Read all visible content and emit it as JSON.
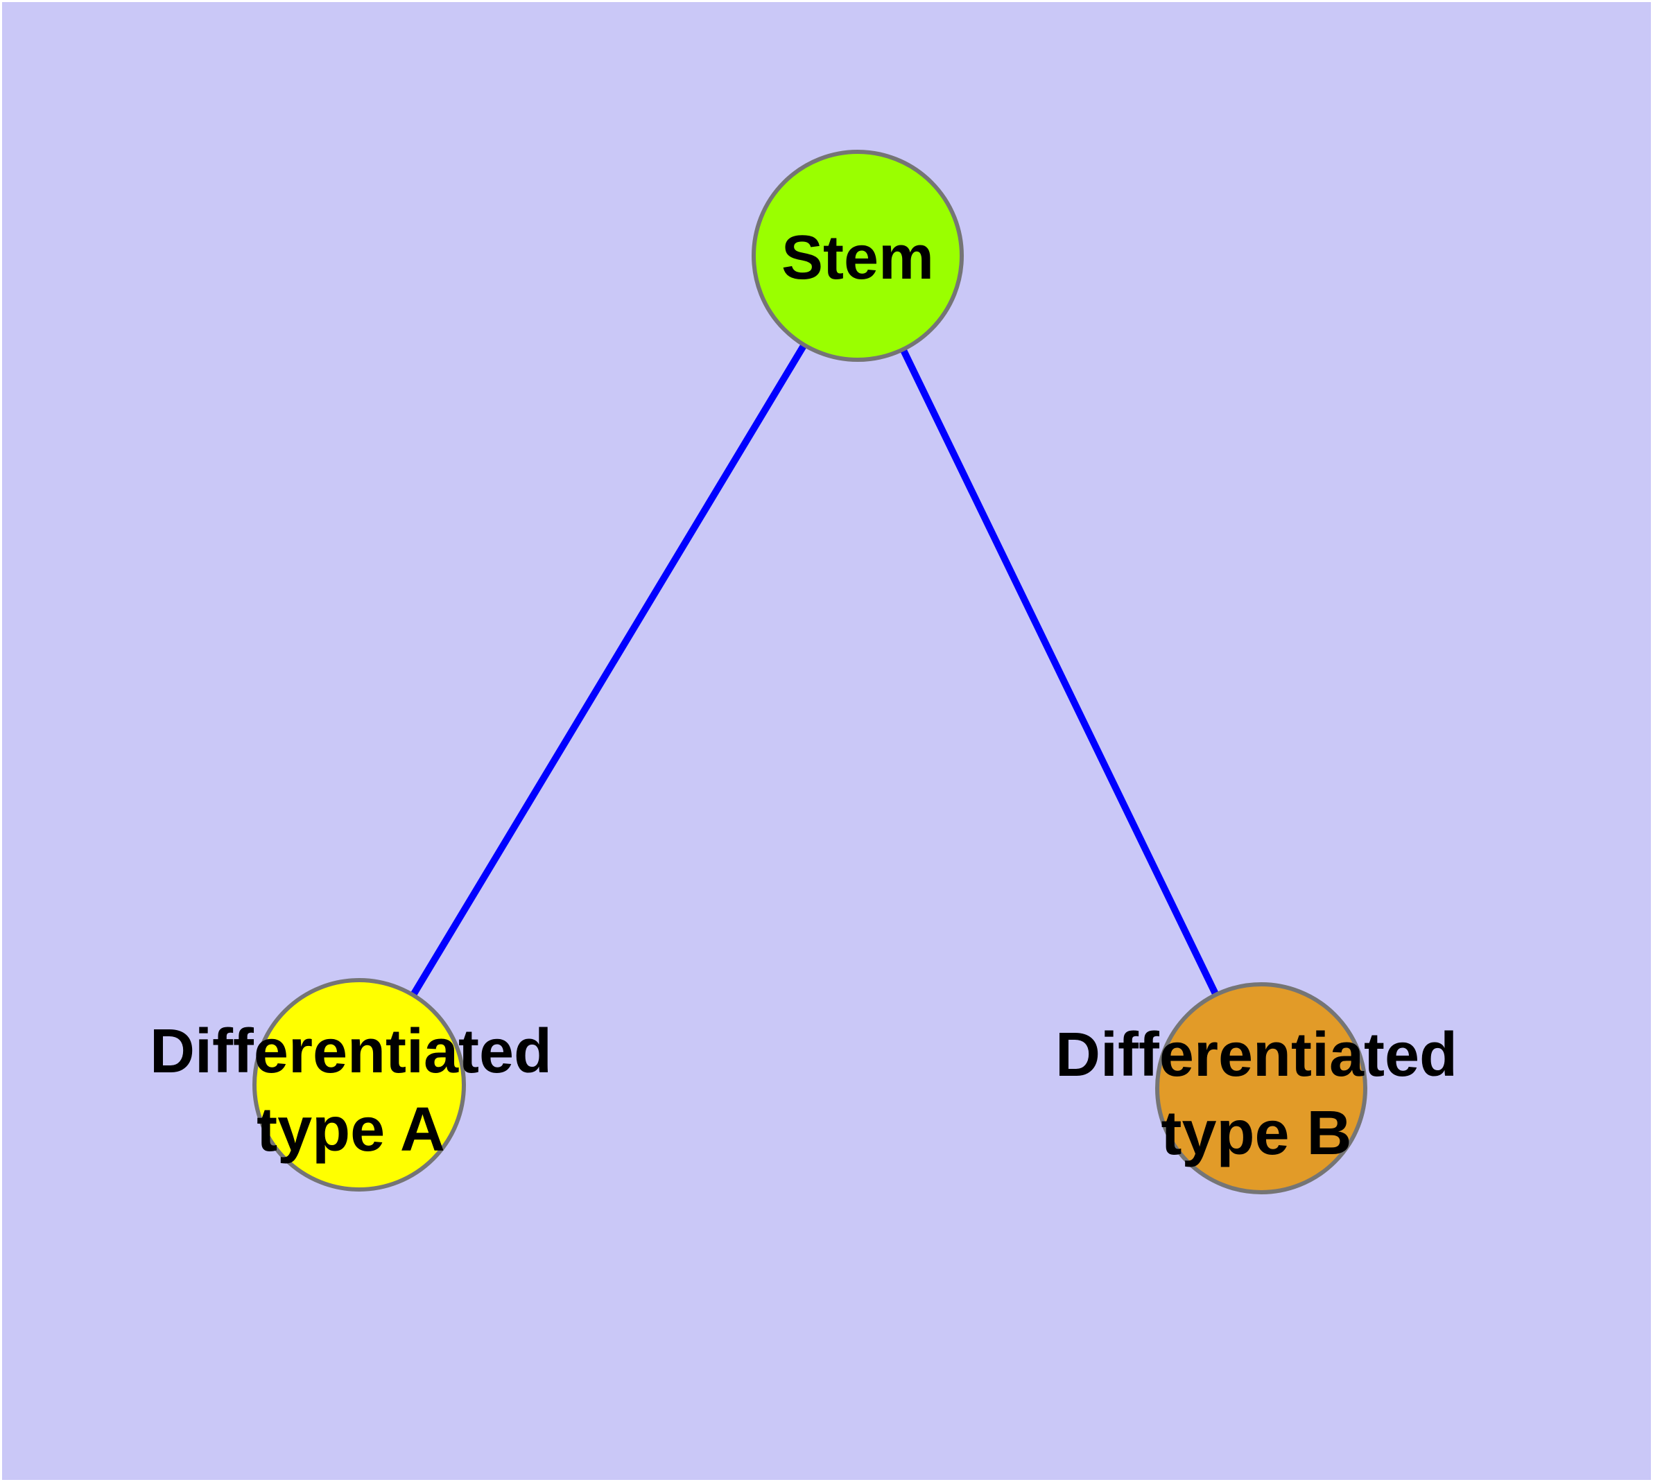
{
  "diagram": {
    "background_color": "#CAC8F7",
    "border_color": "#FFFFFF",
    "edge_color": "#0000FF",
    "node_stroke_color": "#757575",
    "label_color": "#000000",
    "nodes": [
      {
        "id": "stem",
        "label": "Stem",
        "fill": "#9AFF00"
      },
      {
        "id": "differentiated-type-a",
        "label_line1": "Differentiated",
        "label_line2": "type A",
        "fill": "#FFFF00"
      },
      {
        "id": "differentiated-type-b",
        "label_line1": "Differentiated",
        "label_line2": "type B",
        "fill": "#E29B28"
      }
    ],
    "edges": [
      {
        "from": "Stem",
        "to": "Differentiated type A"
      },
      {
        "from": "Stem",
        "to": "Differentiated type B"
      }
    ]
  }
}
